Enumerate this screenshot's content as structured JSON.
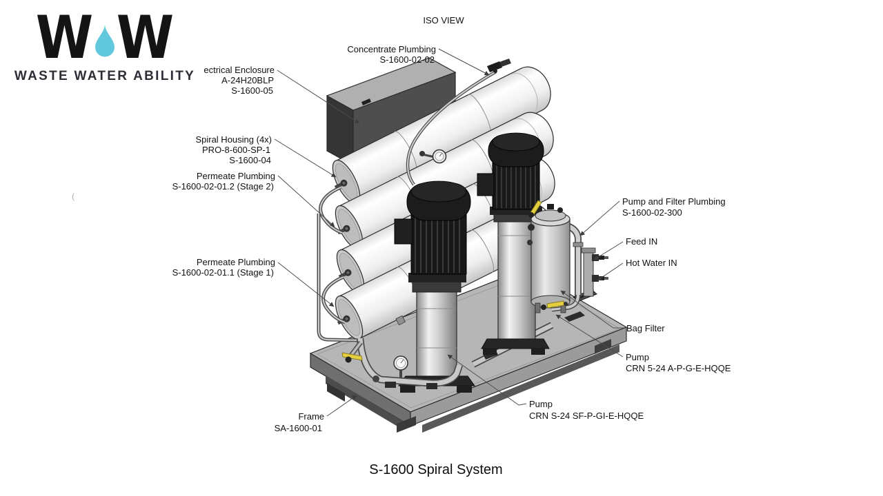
{
  "logo": {
    "w1": "W",
    "w2": "W",
    "tagline": "WASTE WATER ABILITY",
    "drop_color": "#62c8de"
  },
  "view_label": "ISO VIEW",
  "title": "S-1600 Spiral System",
  "artifact": "(",
  "callouts": {
    "concentrate": {
      "lines": [
        "Concentrate Plumbing",
        "S-1600-02-02"
      ]
    },
    "enclosure": {
      "lines": [
        "ectrical Enclosure",
        "A-24H20BLP",
        "S-1600-05"
      ]
    },
    "spiral_housing": {
      "lines": [
        "Spiral Housing (4x)",
        "PRO-8-600-SP-1",
        "S-1600-04"
      ]
    },
    "permeate_stage2": {
      "lines": [
        "Permeate Plumbing",
        "S-1600-02-01.2 (Stage 2)"
      ]
    },
    "permeate_stage1": {
      "lines": [
        "Permeate Plumbing",
        "S-1600-02-01.1 (Stage 1)"
      ]
    },
    "pump_filter_plumbing": {
      "lines": [
        "Pump and Filter Plumbing",
        "S-1600-02-300"
      ]
    },
    "feed_in": {
      "lines": [
        "Feed IN"
      ]
    },
    "hot_water_in": {
      "lines": [
        "Hot Water IN"
      ]
    },
    "bag_filter": {
      "lines": [
        "Bag Filter"
      ]
    },
    "pump_crn524": {
      "lines": [
        "Pump",
        "CRN 5-24 A-P-G-E-HQQE"
      ]
    },
    "pump_crns24": {
      "lines": [
        "Pump",
        "CRN S-24 SF-P-GI-E-HQQE"
      ]
    },
    "frame": {
      "lines": [
        "Frame",
        "SA-1600-01"
      ]
    }
  },
  "colors": {
    "drop": "#62c8de",
    "valve_yellow": "#e3cf3f",
    "vessel_white": "#f2f2f2",
    "base_gray": "#b6b6b6",
    "motor_black": "#1a1a1a"
  }
}
